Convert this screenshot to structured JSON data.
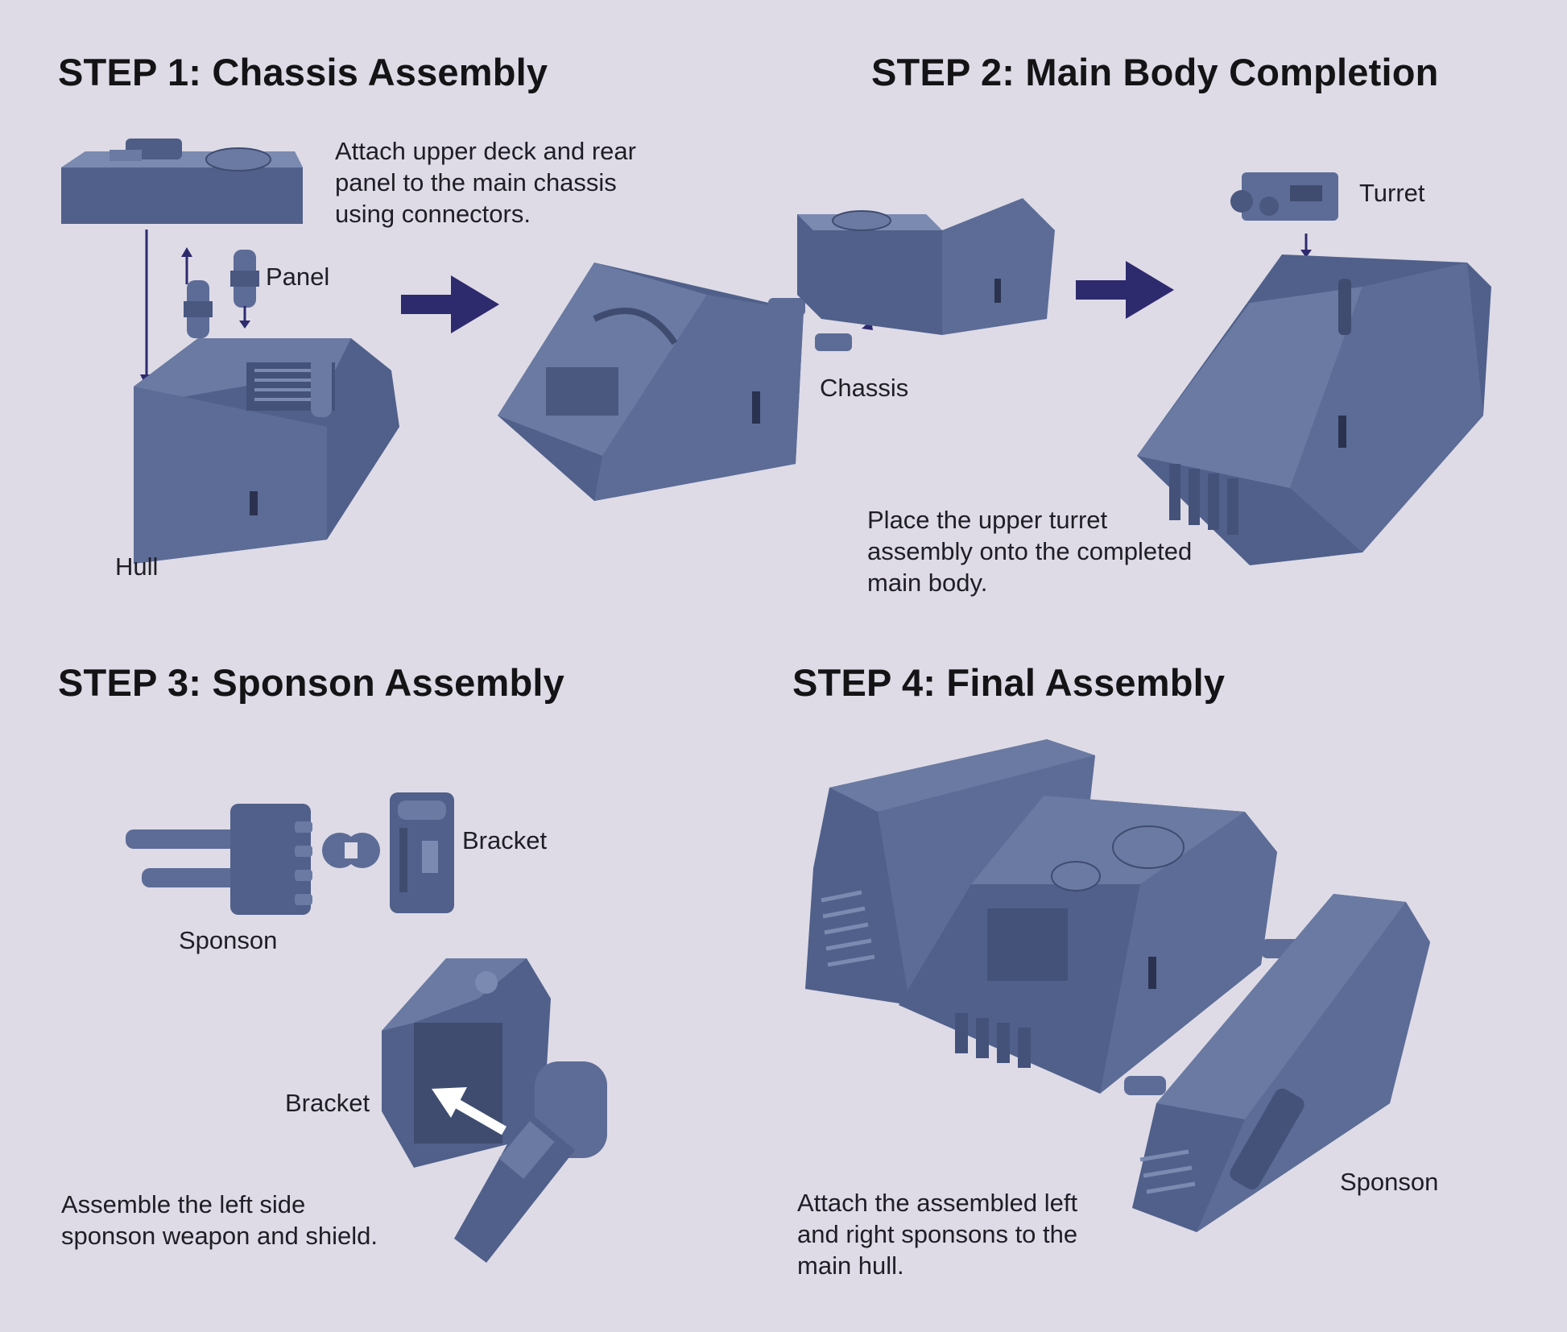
{
  "colors": {
    "background": "#dedbe7",
    "part_fill": "#5c6c96",
    "part_light": "#7b8ab0",
    "part_dark": "#3f4c70",
    "arrow": "#2e2a6e"
  },
  "step1": {
    "title": "STEP 1: Chassis Assembly",
    "caption": [
      "Attach upper deck and rear",
      "panel to the main chassis",
      "using connectors."
    ],
    "labels": {
      "panel": "Panel",
      "hull": "Hull"
    }
  },
  "step2": {
    "title": "STEP 2: Main Body Completion",
    "caption": [
      "Place the upper turret",
      "assembly onto the completed",
      "main body."
    ],
    "labels": {
      "chassis": "Chassis",
      "turret": "Turret"
    }
  },
  "step3": {
    "title": "STEP 3: Sponson Assembly",
    "caption": [
      "Assemble the left side",
      "sponson weapon and shield."
    ],
    "labels": {
      "bracket_top": "Bracket",
      "sponson": "Sponson",
      "bracket_bottom": "Bracket"
    }
  },
  "step4": {
    "title": "STEP 4: Final Assembly",
    "caption": [
      "Attach the assembled left",
      "and right sponsons to the",
      "main hull."
    ],
    "labels": {
      "sponson": "Sponson"
    }
  },
  "icons": [
    "flow-arrow-icon",
    "part-arrow-icon"
  ]
}
